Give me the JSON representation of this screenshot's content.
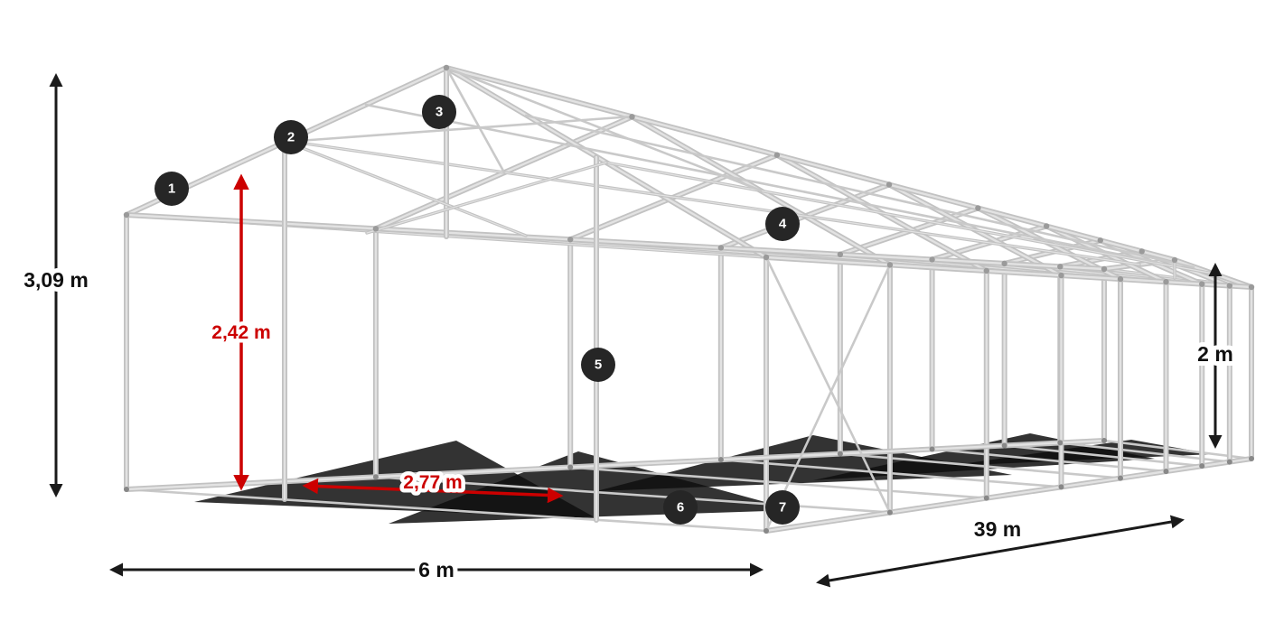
{
  "diagram": {
    "markers": [
      {
        "label": "1"
      },
      {
        "label": "2"
      },
      {
        "label": "3"
      },
      {
        "label": "4"
      },
      {
        "label": "5"
      },
      {
        "label": "6"
      },
      {
        "label": "7"
      }
    ],
    "dimensions": {
      "total_height": "3,09 m",
      "entrance_height": "2,42 m",
      "entrance_width": "2,77 m",
      "side_height": "2 m",
      "width": "6 m",
      "length": "39 m"
    },
    "colors": {
      "frame_tube": "#c2c2c2",
      "frame_highlight": "#e2e2e2",
      "frame_thin": "#c9c9c9",
      "joint": "#9a9a9a",
      "dimension_black": "#1a1a1a",
      "dimension_red": "#cc0000",
      "marker_bg": "#262626",
      "marker_text": "#ffffff",
      "shadow": "#0f0f0f",
      "background": "#ffffff"
    }
  }
}
